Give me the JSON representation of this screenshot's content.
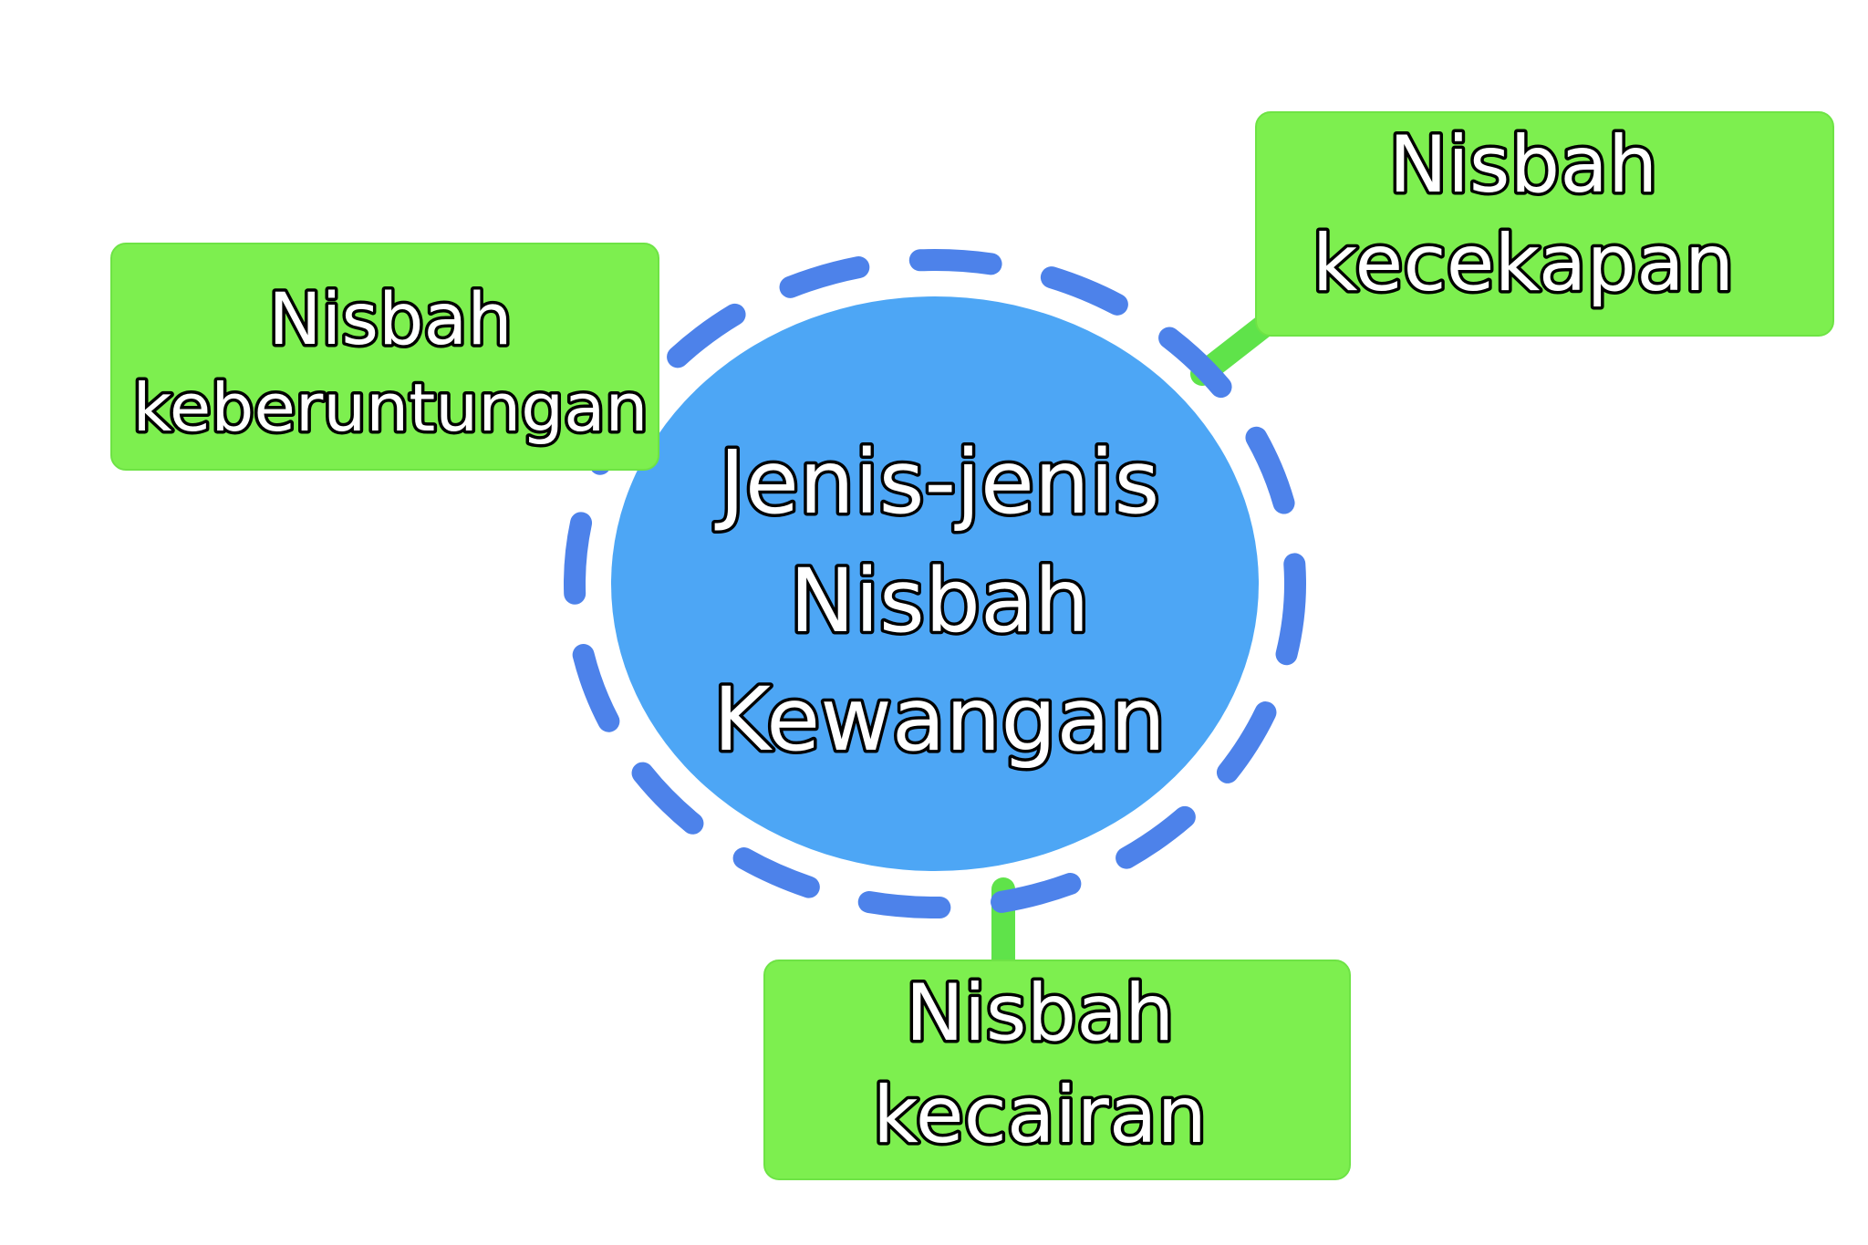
{
  "diagram": {
    "center": {
      "lines": [
        "Jenis-jenis",
        "Nisbah",
        "Kewangan"
      ]
    },
    "nodes": [
      {
        "id": "keberuntungan",
        "lines": [
          "Nisbah",
          "keberuntungan"
        ]
      },
      {
        "id": "kecekapan",
        "lines": [
          "Nisbah",
          "kecekapan"
        ]
      },
      {
        "id": "kecairan",
        "lines": [
          "Nisbah",
          "kecairan"
        ]
      }
    ],
    "colors": {
      "center_fill": "#4da6f5",
      "ring_stroke": "#4d82ea",
      "node_fill": "#7def4f",
      "connector": "#5fe34a",
      "text_fill": "#ffffff",
      "text_outline": "#000000"
    }
  }
}
